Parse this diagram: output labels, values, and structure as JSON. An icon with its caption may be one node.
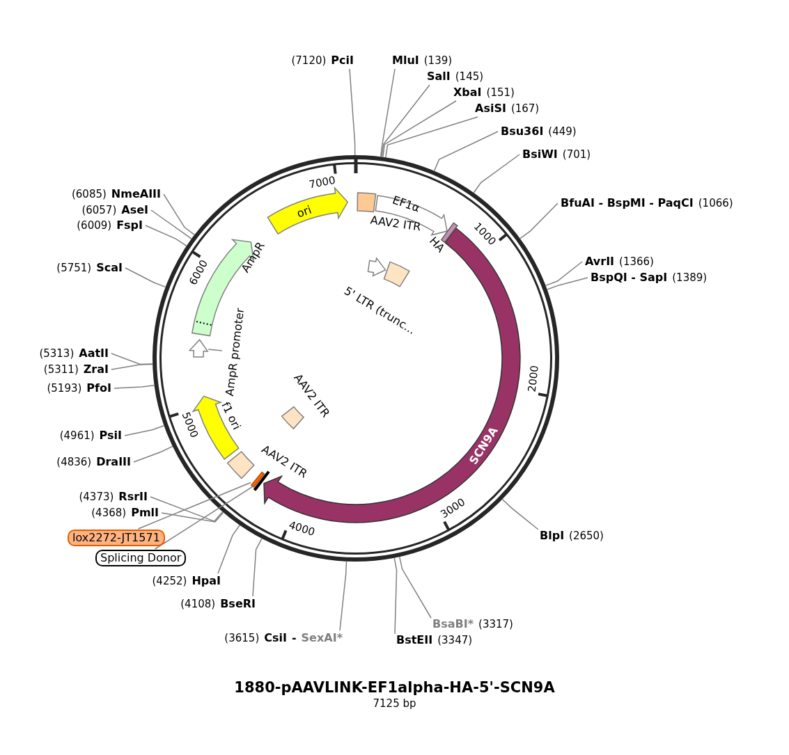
{
  "diagram": {
    "title": "1880-pAAVLINK-EF1alpha-HA-5'-SCN9A",
    "caption": "7125 bp",
    "nodes": [
      {
        "text": [
          "ori"
        ]
      },
      {
        "text": [
          "AAV2 ITR"
        ]
      },
      {
        "text": [
          "EF1α"
        ]
      },
      {
        "text": [
          "HA"
        ]
      },
      {
        "text": [
          "SCN9A"
        ]
      },
      {
        "text": [
          "5' LTR (trunc..."
        ]
      },
      {
        "text": [
          "AAV2 ITR"
        ]
      },
      {
        "text": [
          "AAV2 ITR"
        ]
      },
      {
        "text": [
          "f1 ori"
        ]
      },
      {
        "text": [
          "AmpR promoter"
        ]
      },
      {
        "text": [],
        "shape": "arrow"
      },
      {
        "text": [
          "AmpR"
        ]
      },
      {
        "text": [
          "lox2272-JT1571"
        ]
      },
      {
        "text": [],
        "shape": "bar"
      },
      {
        "text": [
          "Splicing Donor"
        ]
      },
      {
        "text": [],
        "shape": "bar"
      },
      {
        "text": [
          "(7120)",
          "PciI"
        ]
      },
      {
        "text": [
          "MluI",
          "(139)"
        ]
      },
      {
        "text": [
          "SalI",
          "(145)"
        ]
      },
      {
        "text": [
          "XbaI",
          "(151)"
        ]
      },
      {
        "text": [
          "AsiSI",
          "(167)"
        ]
      },
      {
        "text": [
          "Bsu36I",
          "(449)"
        ]
      },
      {
        "text": [
          "BsiWI",
          "(701)"
        ]
      },
      {
        "text": [
          "BfuAI - BspMI - PaqCI",
          "(1066)"
        ]
      },
      {
        "text": [
          "AvrII",
          "(1366)"
        ]
      },
      {
        "text": [
          "BspQI - SapI",
          "(1389)"
        ]
      },
      {
        "text": [
          "BlpI",
          "(2650)"
        ]
      },
      {
        "text": [
          "BsaBI*",
          "(3317)"
        ]
      },
      {
        "text": [
          "BstEII",
          "(3347)"
        ]
      },
      {
        "text": [
          "(3615)",
          "CsiI",
          "-",
          "SexAI*"
        ]
      },
      {
        "text": [
          "(4108)",
          "BseRI"
        ]
      },
      {
        "text": [
          "(4252)",
          "HpaI"
        ]
      },
      {
        "text": [
          "(4368)",
          "PmlI"
        ]
      },
      {
        "text": [
          "(4373)",
          "RsrII"
        ]
      },
      {
        "text": [
          "(4836)",
          "DraIII"
        ]
      },
      {
        "text": [
          "(4961)",
          "PsiI"
        ]
      },
      {
        "text": [
          "(5193)",
          "PfoI"
        ]
      },
      {
        "text": [
          "(5311)",
          "ZraI"
        ]
      },
      {
        "text": [
          "(5313)",
          "AatII"
        ]
      },
      {
        "text": [
          "(5751)",
          "ScaI"
        ]
      },
      {
        "text": [
          "(6009)",
          "FspI"
        ]
      },
      {
        "text": [
          "(6057)",
          "AseI"
        ]
      },
      {
        "text": [
          "(6085)",
          "NmeAIII"
        ]
      }
    ],
    "edges": [
      {
        "from": 9,
        "to": 10,
        "arrow": "none"
      },
      {
        "from": 12,
        "to": 13,
        "arrow": "none"
      },
      {
        "from": 14,
        "to": 15,
        "arrow": "none"
      },
      {
        "from": 16,
        "to": null,
        "arrow": "none"
      },
      {
        "from": 17,
        "to": null,
        "arrow": "none"
      },
      {
        "from": 18,
        "to": null,
        "arrow": "none"
      },
      {
        "from": 19,
        "to": null,
        "arrow": "none"
      },
      {
        "from": 20,
        "to": null,
        "arrow": "none"
      },
      {
        "from": 21,
        "to": null,
        "arrow": "none"
      },
      {
        "from": 22,
        "to": null,
        "arrow": "none"
      },
      {
        "from": 23,
        "to": null,
        "arrow": "none"
      },
      {
        "from": 24,
        "to": null,
        "arrow": "none"
      },
      {
        "from": 25,
        "to": null,
        "arrow": "none"
      },
      {
        "from": 26,
        "to": null,
        "arrow": "none"
      },
      {
        "from": 27,
        "to": null,
        "arrow": "none"
      },
      {
        "from": 28,
        "to": null,
        "arrow": "none"
      },
      {
        "from": 29,
        "to": null,
        "arrow": "none"
      },
      {
        "from": 30,
        "to": null,
        "arrow": "none"
      },
      {
        "from": 31,
        "to": null,
        "arrow": "none"
      },
      {
        "from": 32,
        "to": null,
        "arrow": "none"
      },
      {
        "from": 33,
        "to": null,
        "arrow": "none"
      },
      {
        "from": 34,
        "to": null,
        "arrow": "none"
      },
      {
        "from": 35,
        "to": null,
        "arrow": "none"
      },
      {
        "from": 36,
        "to": null,
        "arrow": "none"
      },
      {
        "from": 37,
        "to": null,
        "arrow": "none"
      },
      {
        "from": 38,
        "to": null,
        "arrow": "none"
      },
      {
        "from": 39,
        "to": null,
        "arrow": "none"
      },
      {
        "from": 40,
        "to": null,
        "arrow": "none"
      },
      {
        "from": 41,
        "to": null,
        "arrow": "none"
      },
      {
        "from": 42,
        "to": null,
        "arrow": "none"
      }
    ],
    "labels": [
      "7000",
      "1000",
      "2000",
      "3000",
      "4000",
      "5000",
      "6000"
    ]
  }
}
